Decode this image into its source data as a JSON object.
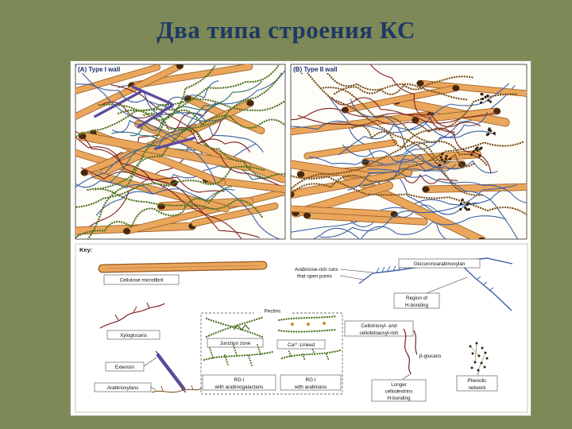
{
  "slide": {
    "title": "Два типа строения КС",
    "background_color": "#7d8a57",
    "title_color": "#1f3864"
  },
  "figure": {
    "panel_a": {
      "label": "(A) Type I wall"
    },
    "panel_b": {
      "label": "(B) Type II wall"
    },
    "key": {
      "title": "Key:",
      "cellulose": "Cellulose microfibril",
      "xyloglucans": "Xyloglucans",
      "extensin": "Extensin",
      "arabinoxylans": "Arabinoxylans",
      "pectins": "Pectins",
      "junction_zone": "Junction zone",
      "ca_linked": "Ca²⁺-Linked",
      "rg1_galactans_line1": "RG I",
      "rg1_galactans_line2": "with arabinogalactans",
      "rg1_arabinans_line1": "RG I",
      "rg1_arabinans_line2": "with arabinans",
      "arabinose_line1": "Arabinose-rich runs",
      "arabinose_line2": "that open pores",
      "gax": "Glucuronoarabinoxylan",
      "region_line1": "Region of",
      "region_line2": "H-bonding",
      "cello_line1": "Cellotriosyl- and",
      "cello_line2": "cellotetraosyl-rich",
      "beta_glucans": "β-glucans",
      "longer_line1": "Longer",
      "longer_line2": "cellodextrins",
      "longer_line3": "H-bonding",
      "phenolic_line1": "Phenolic",
      "phenolic_line2": "network"
    }
  },
  "colors": {
    "microfibril": "#eaa75c",
    "microfibril_outline": "#9c5f28",
    "end_blob": "#46280f",
    "xyloglucan_red": "#7e2020",
    "glycan_blue": "#3a5fa8",
    "teal": "#2e6f72",
    "pectin_green": "#4d7322",
    "extensin_purple": "#5b4a9e",
    "arabinoxylan_brown": "#7a5220",
    "calcium_orange": "#cf8a2e",
    "phenolic_dark": "#33210f"
  }
}
